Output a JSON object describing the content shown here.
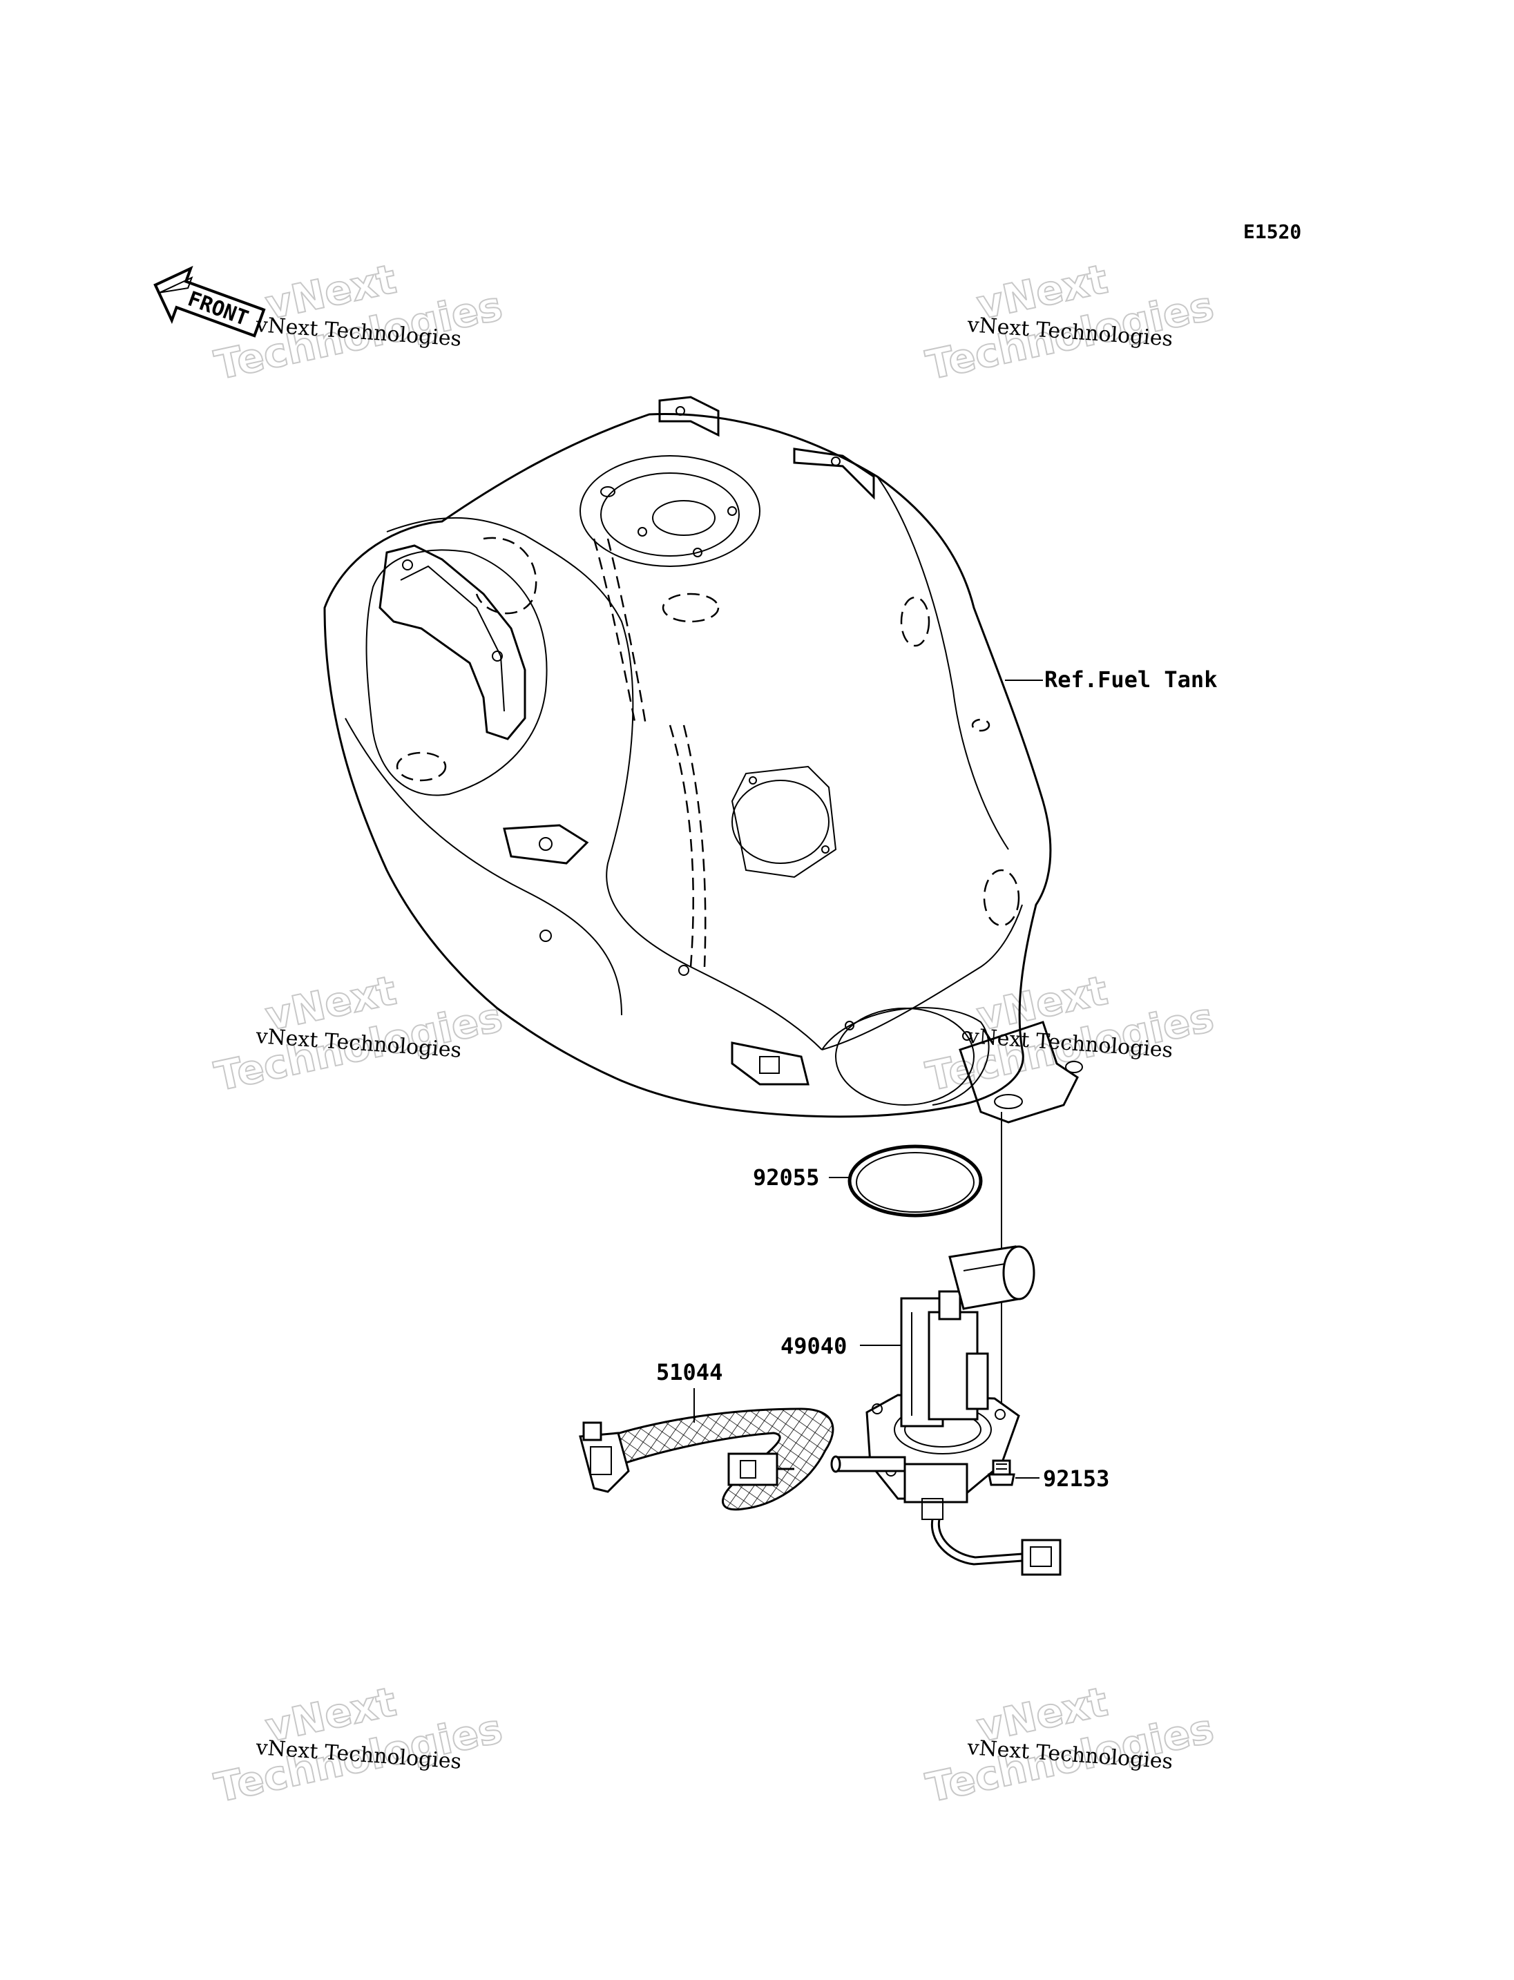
{
  "diagram": {
    "code": "E1520",
    "front_label": "FRONT",
    "ref_label": "Ref.Fuel Tank",
    "parts": {
      "gasket": "92055",
      "pump": "49040",
      "harness": "51044",
      "bolt": "92153"
    }
  },
  "watermarks": [
    {
      "small": "vNext Technologies",
      "big_top": "vNext",
      "big_bottom": "Technologies"
    },
    {
      "small": "vNext Technologies",
      "big_top": "vNext",
      "big_bottom": "Technologies"
    },
    {
      "small": "vNext Technologies",
      "big_top": "vNext",
      "big_bottom": "Technologies"
    },
    {
      "small": "vNext Technologies",
      "big_top": "vNext",
      "big_bottom": "Technologies"
    },
    {
      "small": "vNext Technologies",
      "big_top": "vNext",
      "big_bottom": "Technologies"
    },
    {
      "small": "vNext Technologies",
      "big_top": "vNext",
      "big_bottom": "Technologies"
    }
  ]
}
